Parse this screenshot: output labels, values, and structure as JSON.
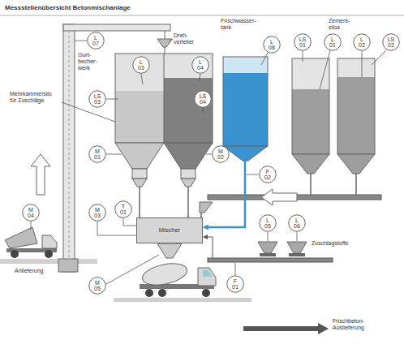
{
  "diagram": {
    "title": "Messstellenübersicht Betonmischanlage",
    "nodes": [
      {
        "text": [
          "L 07"
        ]
      },
      {
        "text": [
          "L 03"
        ]
      },
      {
        "text": [
          "L 04"
        ]
      },
      {
        "text": [
          "L 08"
        ]
      },
      {
        "text": [
          "LS 01"
        ]
      },
      {
        "text": [
          "L 01"
        ]
      },
      {
        "text": [
          "L 02"
        ]
      },
      {
        "text": [
          "LS 02"
        ]
      },
      {
        "text": [
          "LS 03"
        ]
      },
      {
        "text": [
          "LS 04"
        ]
      },
      {
        "text": [
          "M 01"
        ]
      },
      {
        "text": [
          "M 02"
        ]
      },
      {
        "text": [
          "F 02"
        ]
      },
      {
        "text": [
          "M 04"
        ]
      },
      {
        "text": [
          "T 01"
        ]
      },
      {
        "text": [
          "M 03"
        ]
      },
      {
        "text": [
          "Mischer"
        ]
      },
      {
        "text": [
          "L 05"
        ]
      },
      {
        "text": [
          "L 06"
        ]
      },
      {
        "text": [
          "M 05"
        ]
      },
      {
        "text": [
          "F 01"
        ]
      }
    ],
    "edges": [
      {
        "from": 14,
        "to": 16,
        "arrow": "none"
      },
      {
        "from": 15,
        "to": 16,
        "arrow": "none"
      }
    ],
    "labels": [
      "Gurt- becher- werk",
      "Dreh- verteiler",
      "Mehrkammersilo für Zuschläge",
      "Frischwasser- tank",
      "Zement- silos",
      "Zuschlagstoffe",
      "Anlieferung",
      "Frischbeton- Auslieferung"
    ]
  }
}
